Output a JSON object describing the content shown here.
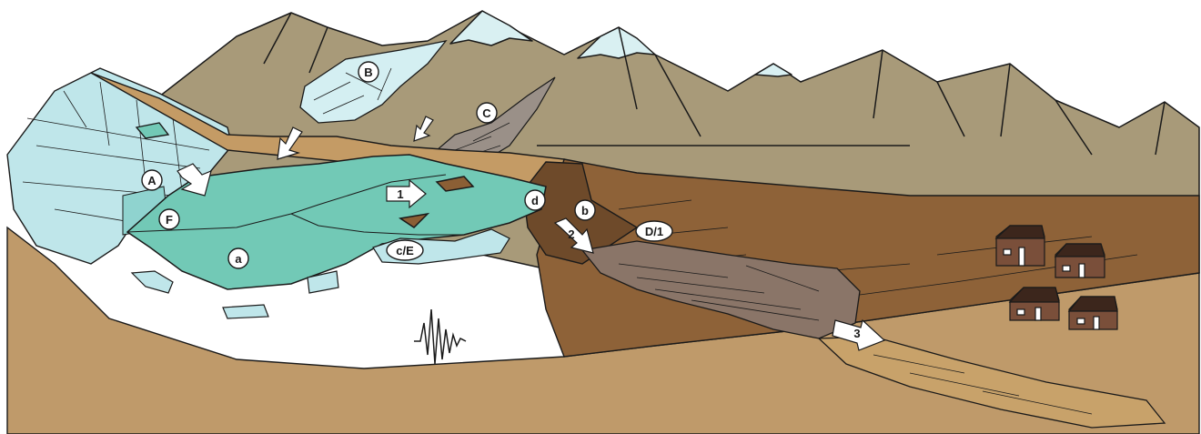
{
  "labels": {
    "A": "A",
    "B": "B",
    "C": "C",
    "F": "F",
    "a": "a",
    "b": "b",
    "d": "d",
    "cE": "c/E",
    "D1": "D/1"
  },
  "arrows": {
    "one": "1",
    "two": "2",
    "three": "3"
  },
  "colors": {
    "sky": "#ffffff",
    "mountain": "#a89a79",
    "mountain_far": "#9a8c6c",
    "snow": "#d9f0f2",
    "glacier": "#bfe6ea",
    "lake": "#72c9b6",
    "ground": "#bf9a6a",
    "moraine": "#8b5f35",
    "debris": "#8a7568",
    "house_wall": "#7a4f3a",
    "house_roof": "#3c261c",
    "arrow_fill": "#ffffff"
  },
  "icons": [
    "seismic-wave-icon",
    "house-icon"
  ]
}
